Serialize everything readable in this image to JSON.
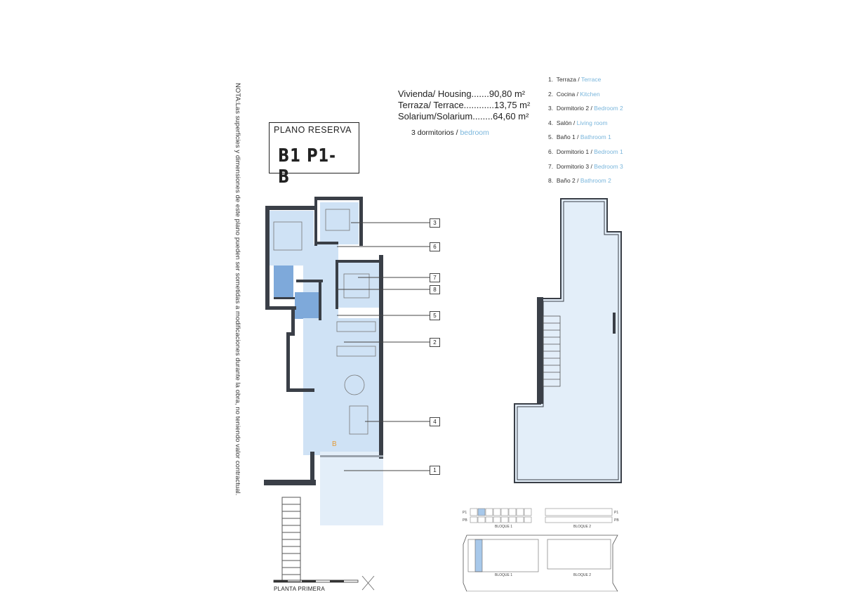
{
  "note": "NOTA:Las superficies y dimensiones de este plano pueden ser sometidas a modificaciones durante la obra, no teniendo valor contractual.",
  "plan_box": {
    "line1": "PLANO RESERVA",
    "line2": "B1 P1-B"
  },
  "areas": {
    "housing": "Vivienda/ Housing.......90,80 m²",
    "terrace": "Terraza/ Terrace............13,75 m²",
    "solarium": "Solarium/Solarium........64,60 m²",
    "bedrooms_es": "3 dormitorios / ",
    "bedrooms_en": "bedroom"
  },
  "rooms": [
    {
      "num": "1.",
      "es": "Terraza / ",
      "en": "Terrace"
    },
    {
      "num": "2.",
      "es": "Cocina / ",
      "en": "Kitchen"
    },
    {
      "num": "3.",
      "es": "Dormitorio 2 / ",
      "en": "Bedroom 2"
    },
    {
      "num": "4.",
      "es": "Salón / ",
      "en": "Living room"
    },
    {
      "num": "5.",
      "es": "Baño 1 / ",
      "en": "Bathroom 1"
    },
    {
      "num": "6.",
      "es": "Dormitorio 1 / ",
      "en": "Bedroom 1"
    },
    {
      "num": "7.",
      "es": "Dormitorio 3 / ",
      "en": "Bedroom 3"
    },
    {
      "num": "8.",
      "es": "Baño 2 / ",
      "en": "Bathroom 2"
    }
  ],
  "callouts": [
    "3",
    "6",
    "7",
    "8",
    "5",
    "2",
    "4",
    "1"
  ],
  "floor_label": "PLANTA PRIMERA",
  "blocks": {
    "block1": "BLOQUE 1",
    "block2": "BLOQUE 2",
    "p1": "P1",
    "pb": "PB",
    "stair_letter": "B"
  },
  "colors": {
    "room_fill": "#cfe2f5",
    "wall": "#3a3f47",
    "accent_text": "#7ab6dc",
    "highlight": "#a7c8ea"
  }
}
